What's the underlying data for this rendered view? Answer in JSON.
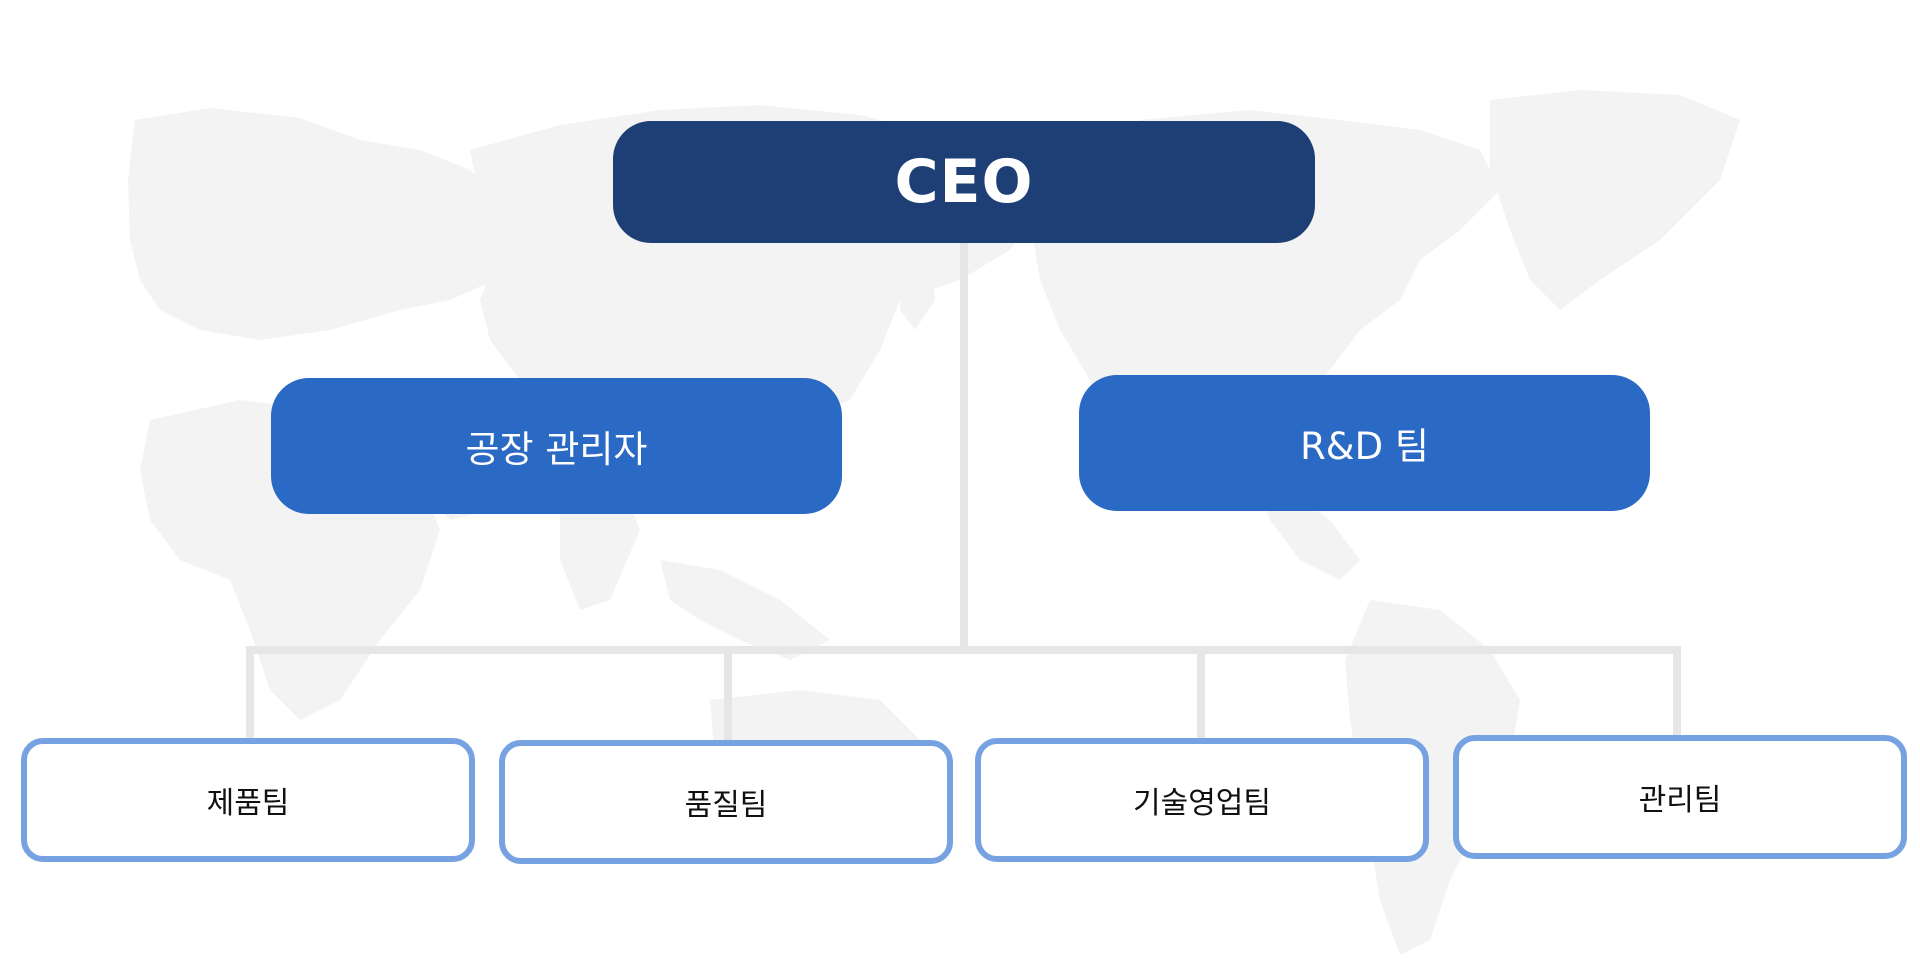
{
  "colors": {
    "ceo_fill": "#1d3f75",
    "manager_fill": "#2a69c4",
    "team_border": "#77a2e2",
    "team_text": "#111111",
    "node_text": "#ffffff",
    "connector": "#e6e6e6",
    "map": "#f3f3f3"
  },
  "diagram": {
    "ceo": {
      "label": "CEO"
    },
    "managers": [
      {
        "label": "공장 관리자"
      },
      {
        "label": "R&D 팀"
      }
    ],
    "teams": [
      {
        "label": "제품팀"
      },
      {
        "label": "품질팀"
      },
      {
        "label": "기술영업팀"
      },
      {
        "label": "관리팀"
      }
    ]
  }
}
